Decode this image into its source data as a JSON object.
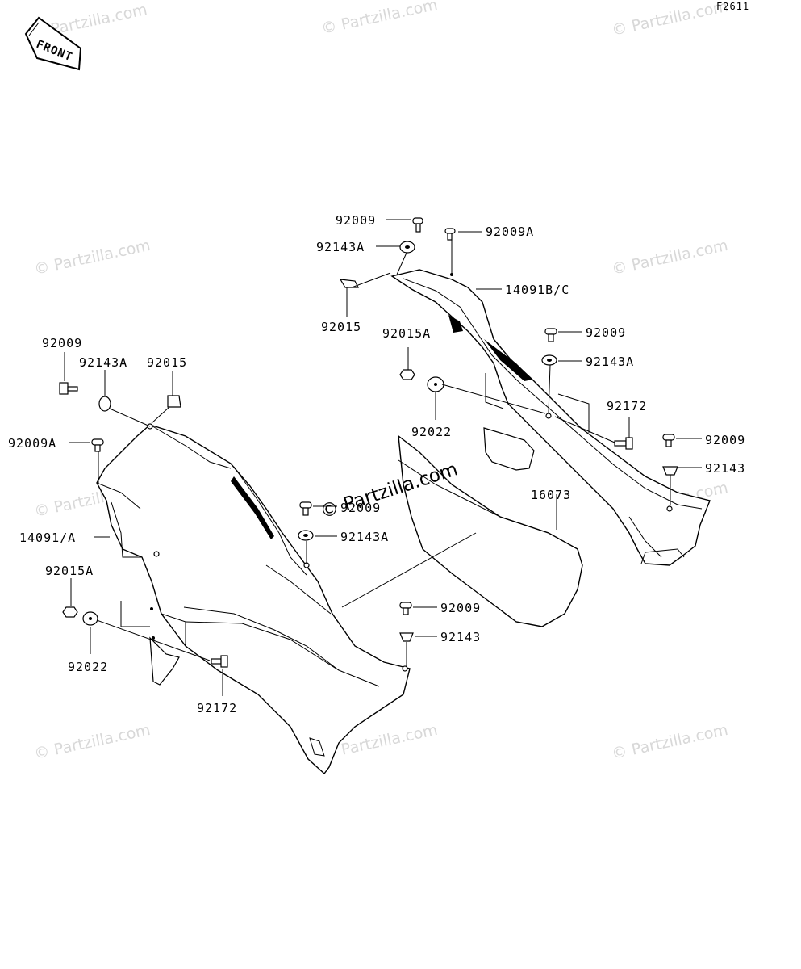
{
  "diagram": {
    "code": "F2611",
    "front_badge": "FRONT",
    "watermark": "© Partzilla.com",
    "center_watermark": "© Partzilla.com",
    "labels": {
      "l_92009_top": "92009",
      "l_92009a_top": "92009A",
      "l_92143a_top": "92143A",
      "l_14091bc": "14091B/C",
      "l_92015_top": "92015",
      "l_92015a_top": "92015A",
      "l_92009_right1": "92009",
      "l_92143a_right1": "92143A",
      "l_92172_right": "92172",
      "l_92022_right": "92022",
      "l_92009_right2": "92009",
      "l_92143_right2": "92143",
      "l_16073": "16073",
      "l_92009_left": "92009",
      "l_92143a_left": "92143A",
      "l_92015_left": "92015",
      "l_92009a_left": "92009A",
      "l_14091a": "14091/A",
      "l_92015a_left": "92015A",
      "l_92022_left": "92022",
      "l_92172_left": "92172",
      "l_92009_mid": "92009",
      "l_92143a_mid": "92143A",
      "l_92009_low": "92009",
      "l_92143_low": "92143"
    }
  }
}
